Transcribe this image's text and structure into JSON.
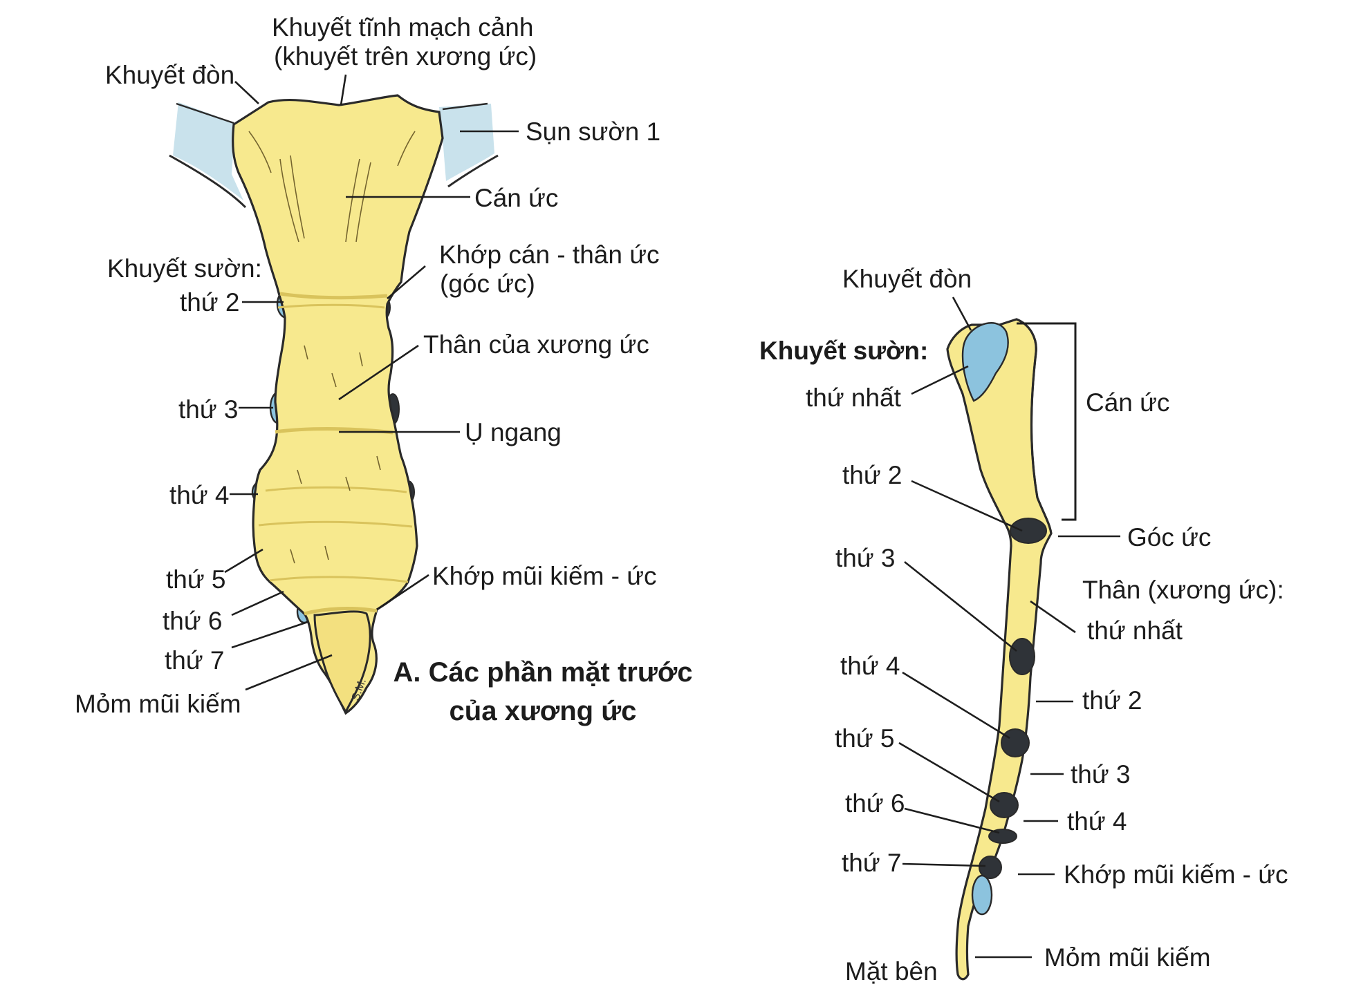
{
  "colors": {
    "bone": "#f7e98e",
    "bone_shade": "#d9c35c",
    "cartilage": "#c9e2ec",
    "notch_blue": "#8cc3de",
    "notch_dark": "#2f3338",
    "outline": "#2a2a2a",
    "leader": "#1e1e1e"
  },
  "anterior_view": {
    "caption_line1": "A. Các phần mặt trước",
    "caption_line2": "của xương ức",
    "artist_initials": "S.M.",
    "labels": {
      "jugular_notch_l1": "Khuyết tĩnh mạch cảnh",
      "jugular_notch_l2": "(khuyết trên xương ức)",
      "clavicular_notch": "Khuyết đòn",
      "first_rib_cartilage": "Sụn sườn 1",
      "manubrium": "Cán ức",
      "costal_notches": "Khuyết sườn:",
      "manubriosternal_l1": "Khớp cán - thân ức",
      "manubriosternal_l2": "(góc ức)",
      "notch_2": "thứ 2",
      "body": "Thân của xương ức",
      "notch_3": "thứ 3",
      "transverse_ridge": "Ụ ngang",
      "notch_4": "thứ 4",
      "notch_5": "thứ 5",
      "xiphisternal": "Khớp mũi kiếm - ức",
      "notch_6": "thứ 6",
      "notch_7": "thứ 7",
      "xiphoid": "Mỏm mũi kiếm"
    }
  },
  "lateral_view": {
    "caption": "Mặt bên",
    "labels": {
      "clavicular_notch": "Khuyết đòn",
      "costal_notches": "Khuyết sườn:",
      "notch_1": "thứ nhất",
      "manubrium": "Cán ức",
      "notch_2": "thứ 2",
      "sternal_angle": "Góc ức",
      "notch_3": "thứ 3",
      "body_heading": "Thân (xương ức):",
      "seg_1": "thứ nhất",
      "notch_4": "thứ 4",
      "seg_2": "thứ 2",
      "notch_5": "thứ 5",
      "seg_3": "thứ 3",
      "notch_6": "thứ 6",
      "seg_4": "thứ 4",
      "notch_7": "thứ 7",
      "xiphisternal": "Khớp mũi kiếm - ức",
      "xiphoid": "Mỏm mũi kiếm"
    }
  }
}
